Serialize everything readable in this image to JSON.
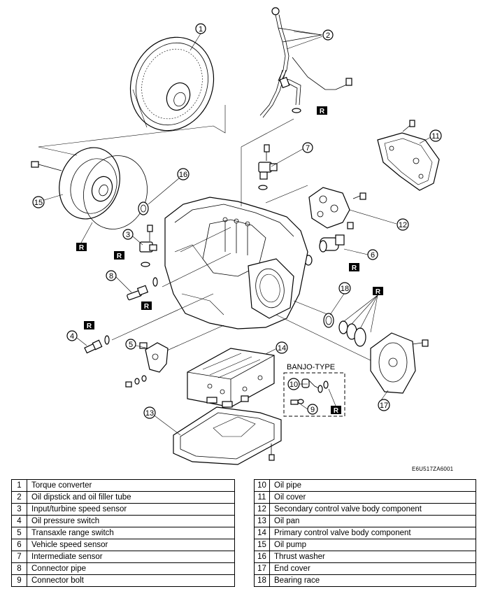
{
  "figure_code": "E6U517ZA6001",
  "banjo_label": "BANJO-TYPE",
  "seal_label": "R",
  "callouts": [
    "1",
    "2",
    "3",
    "4",
    "5",
    "6",
    "7",
    "8",
    "9",
    "10",
    "11",
    "12",
    "13",
    "14",
    "15",
    "16",
    "17",
    "18"
  ],
  "legend_left": [
    {
      "num": "1",
      "name": "Torque converter"
    },
    {
      "num": "2",
      "name": "Oil dipstick and oil filler tube"
    },
    {
      "num": "3",
      "name": "Input/turbine speed sensor"
    },
    {
      "num": "4",
      "name": "Oil pressure switch"
    },
    {
      "num": "5",
      "name": "Transaxle range switch"
    },
    {
      "num": "6",
      "name": "Vehicle speed sensor"
    },
    {
      "num": "7",
      "name": "Intermediate sensor"
    },
    {
      "num": "8",
      "name": "Connector pipe"
    },
    {
      "num": "9",
      "name": "Connector bolt"
    }
  ],
  "legend_right": [
    {
      "num": "10",
      "name": "Oil pipe"
    },
    {
      "num": "11",
      "name": "Oil cover"
    },
    {
      "num": "12",
      "name": "Secondary control valve body component"
    },
    {
      "num": "13",
      "name": "Oil pan"
    },
    {
      "num": "14",
      "name": "Primary control valve body component"
    },
    {
      "num": "15",
      "name": "Oil pump"
    },
    {
      "num": "16",
      "name": "Thrust washer"
    },
    {
      "num": "17",
      "name": "End cover"
    },
    {
      "num": "18",
      "name": "Bearing race"
    }
  ]
}
